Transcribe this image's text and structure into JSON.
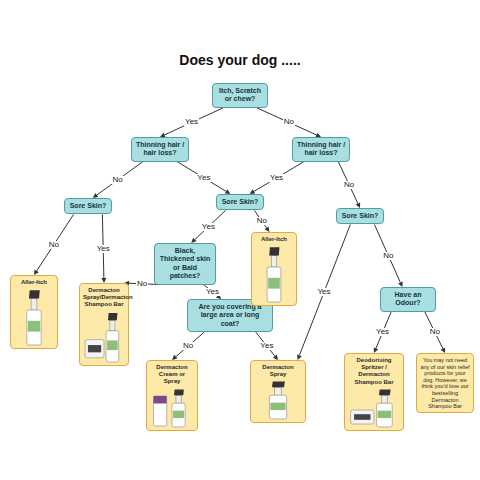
{
  "diagram": {
    "title": "Does your dog .....",
    "nodes": [
      {
        "text": [
          "Itch, Scratch or chew?"
        ]
      },
      {
        "text": [
          "Thinning hair / hair loss?"
        ]
      },
      {
        "text": [
          "Thinning hair / hair loss?"
        ]
      },
      {
        "text": [
          "Sore Skin?"
        ]
      },
      {
        "text": [
          "Sore Skin?"
        ]
      },
      {
        "text": [
          "Sore Skin?"
        ]
      },
      {
        "text": [
          "Black, Thickened skin or Bald patches?"
        ]
      },
      {
        "text": [
          "Are you covering a large area or long coat?"
        ]
      },
      {
        "text": [
          "Have an Odour?"
        ]
      },
      {
        "text": [
          "Aller-Itch"
        ]
      },
      {
        "text": [
          "Dermacton Spray/Dermacton Shampoo Bar"
        ]
      },
      {
        "text": [
          "Aller-Itch"
        ]
      },
      {
        "text": [
          "Dermacton Cream or Spray"
        ]
      },
      {
        "text": [
          "Dermacton Spray"
        ]
      },
      {
        "text": [
          "Deodorising Spritzer / Dermacton Shampoo Bar"
        ]
      },
      {
        "text": [
          "You may not need any of our skin relief products for your dog. However, we think you'd love our bestselling Dermacton Shampoo Bar"
        ]
      }
    ],
    "edges": [
      {
        "from": 0,
        "to": 1,
        "label": "Yes",
        "arrow": "to"
      },
      {
        "from": 0,
        "to": 2,
        "label": "No",
        "arrow": "to"
      },
      {
        "from": 1,
        "to": 3,
        "label": "No",
        "arrow": "to"
      },
      {
        "from": 1,
        "to": 4,
        "label": "Yes",
        "arrow": "to"
      },
      {
        "from": 2,
        "to": 4,
        "label": "Yes",
        "arrow": "to"
      },
      {
        "from": 2,
        "to": 5,
        "label": "No",
        "arrow": "to"
      },
      {
        "from": 3,
        "to": 9,
        "label": "No",
        "arrow": "to"
      },
      {
        "from": 3,
        "to": 10,
        "label": "Yes",
        "arrow": "to"
      },
      {
        "from": 4,
        "to": 6,
        "label": "Yes",
        "arrow": "to"
      },
      {
        "from": 4,
        "to": 11,
        "label": "No",
        "arrow": "to"
      },
      {
        "from": 6,
        "to": 10,
        "label": "No",
        "arrow": "to"
      },
      {
        "from": 6,
        "to": 7,
        "label": "Yes",
        "arrow": "to"
      },
      {
        "from": 7,
        "to": 12,
        "label": "No",
        "arrow": "to"
      },
      {
        "from": 7,
        "to": 13,
        "label": "Yes",
        "arrow": "to"
      },
      {
        "from": 5,
        "to": 13,
        "label": "Yes",
        "arrow": "to"
      },
      {
        "from": 5,
        "to": 8,
        "label": "No",
        "arrow": "to"
      },
      {
        "from": 8,
        "to": 14,
        "label": "Yes",
        "arrow": "to"
      },
      {
        "from": 8,
        "to": 15,
        "label": "No",
        "arrow": "to"
      }
    ]
  }
}
